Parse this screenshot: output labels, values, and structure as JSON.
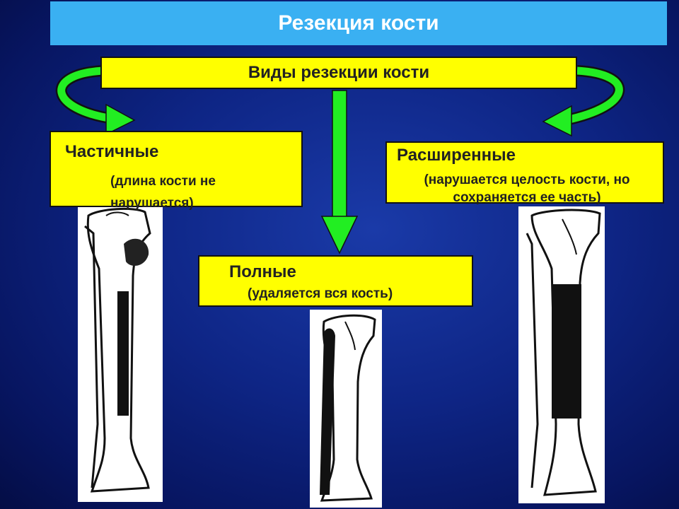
{
  "slide": {
    "title": "Резекция кости",
    "types_heading": "Виды резекции кости",
    "partial": {
      "title": "Частичные",
      "desc": "(длина кости не нарушается)"
    },
    "full": {
      "title": "Полные",
      "desc": "(удаляется вся кость)"
    },
    "extended": {
      "title": "Расширенные",
      "desc": "(нарушается целость кости, но сохраняется ее часть)"
    }
  },
  "colors": {
    "title_bar": "#3ab0f2",
    "box_fill": "#ffff00",
    "arrow": "#22ee22",
    "background": "#0e2585"
  },
  "icons": [
    "curved-arrow-left-icon",
    "down-arrow-icon",
    "curved-arrow-right-icon",
    "bone-partial-resection",
    "bone-full-resection",
    "bone-extended-resection"
  ]
}
